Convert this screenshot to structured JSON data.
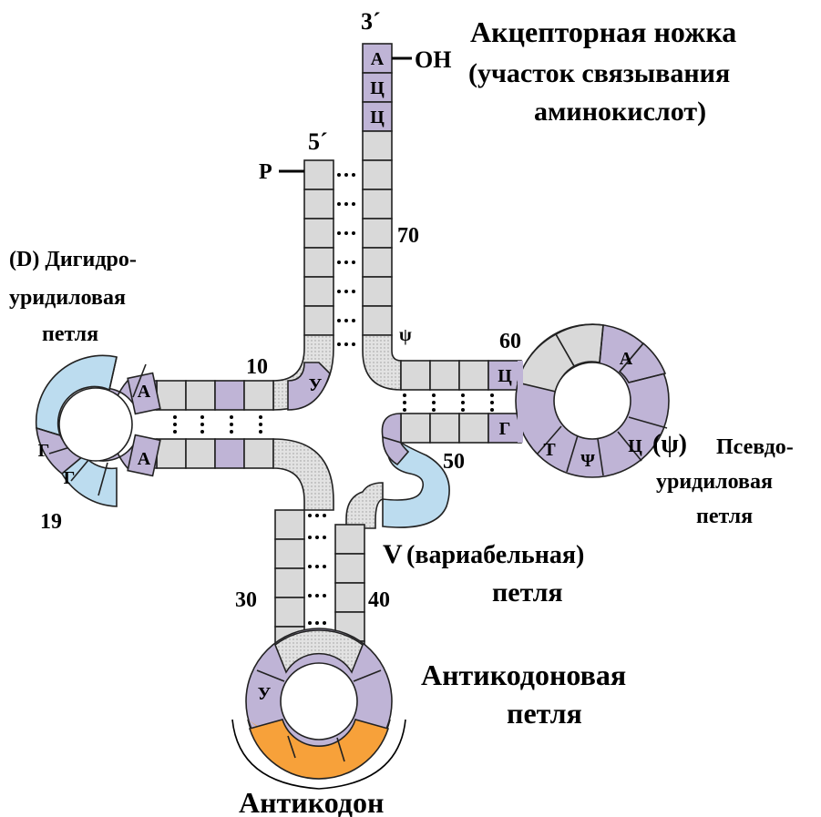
{
  "colors": {
    "stem": "#d9d9d9",
    "purple": "#bfb4d6",
    "blue": "#bcdcef",
    "orange": "#f7a13a",
    "outline": "#222222"
  },
  "labels": {
    "three_prime": "3´",
    "five_prime": "5´",
    "oh": "—OH",
    "phosphate": "P—",
    "acceptor_1": "Акцепторная ножка",
    "acceptor_2": "(участок связывания",
    "acceptor_3": "аминокислот)",
    "d_loop_1": "(D) Дигидро-",
    "d_loop_2": "уридиловая",
    "d_loop_3": "петля",
    "psi_loop_1": "(ψ)",
    "psi_loop_1b": "Псевдо-",
    "psi_loop_2": "уридиловая",
    "psi_loop_3": "петля",
    "v_loop_1": "V",
    "v_loop_1b": "(вариабельная)",
    "v_loop_2": "петля",
    "anticodon_loop_1": "Антикодоновая",
    "anticodon_loop_2": "петля",
    "anticodon": "Антикодон"
  },
  "numbers": {
    "n70": "70",
    "n10": "10",
    "n60": "60",
    "n50": "50",
    "n19": "19",
    "n30": "30",
    "n40": "40",
    "psi_small": "ψ"
  },
  "bases": {
    "acc_1": "А",
    "acc_2": "Ц",
    "acc_3": "Ц",
    "u_stem": "У",
    "d_a_top": "А",
    "d_a_bottom": "А",
    "d_g1": "Г",
    "d_g2": "Г",
    "t_c": "Ц",
    "t_g": "Г",
    "t_t": "Т",
    "t_psi": "Ψ",
    "t_c2": "Ц",
    "t_a": "А",
    "ac_u": "У"
  }
}
